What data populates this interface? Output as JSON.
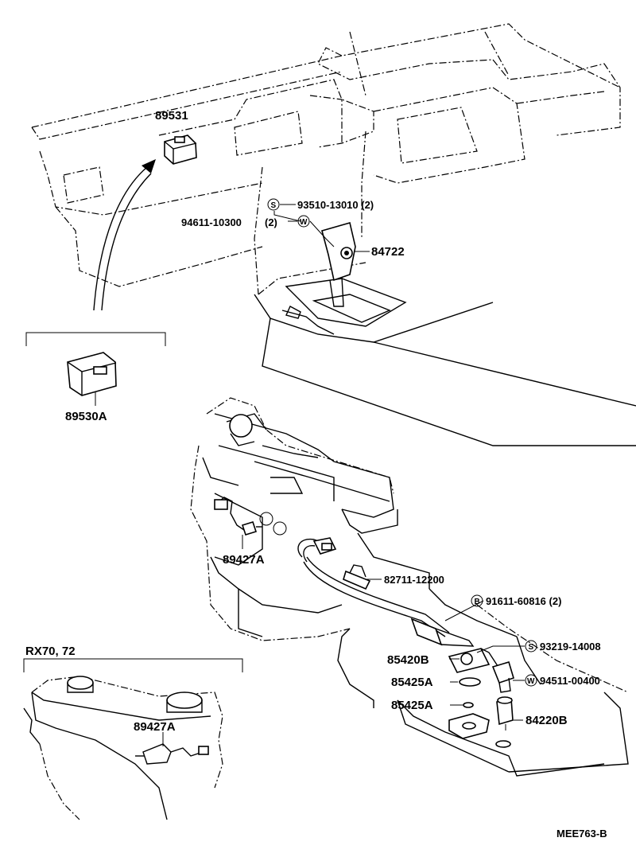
{
  "parts": {
    "p89531": "89531",
    "p93510": "93510-13010 (2)",
    "p94611": "94611-10300",
    "p94611_qty": "(2)",
    "p84722": "84722",
    "p89530A": "89530A",
    "p89427A_main": "89427A",
    "p82711": "82711-12200",
    "p91611": "91611-60816 (2)",
    "p93219": "93219-14008",
    "p85420B": "85420B",
    "p94511": "94511-00400",
    "p85425A_1": "85425A",
    "p85425A_2": "85425A",
    "p84220B": "84220B",
    "p89427A_inset": "89427A"
  },
  "symbols": {
    "s_letter": "S",
    "w_letter": "W",
    "b_letter": "B"
  },
  "inset": {
    "title": "RX70, 72"
  },
  "footer": {
    "code": "MEE763-B"
  }
}
